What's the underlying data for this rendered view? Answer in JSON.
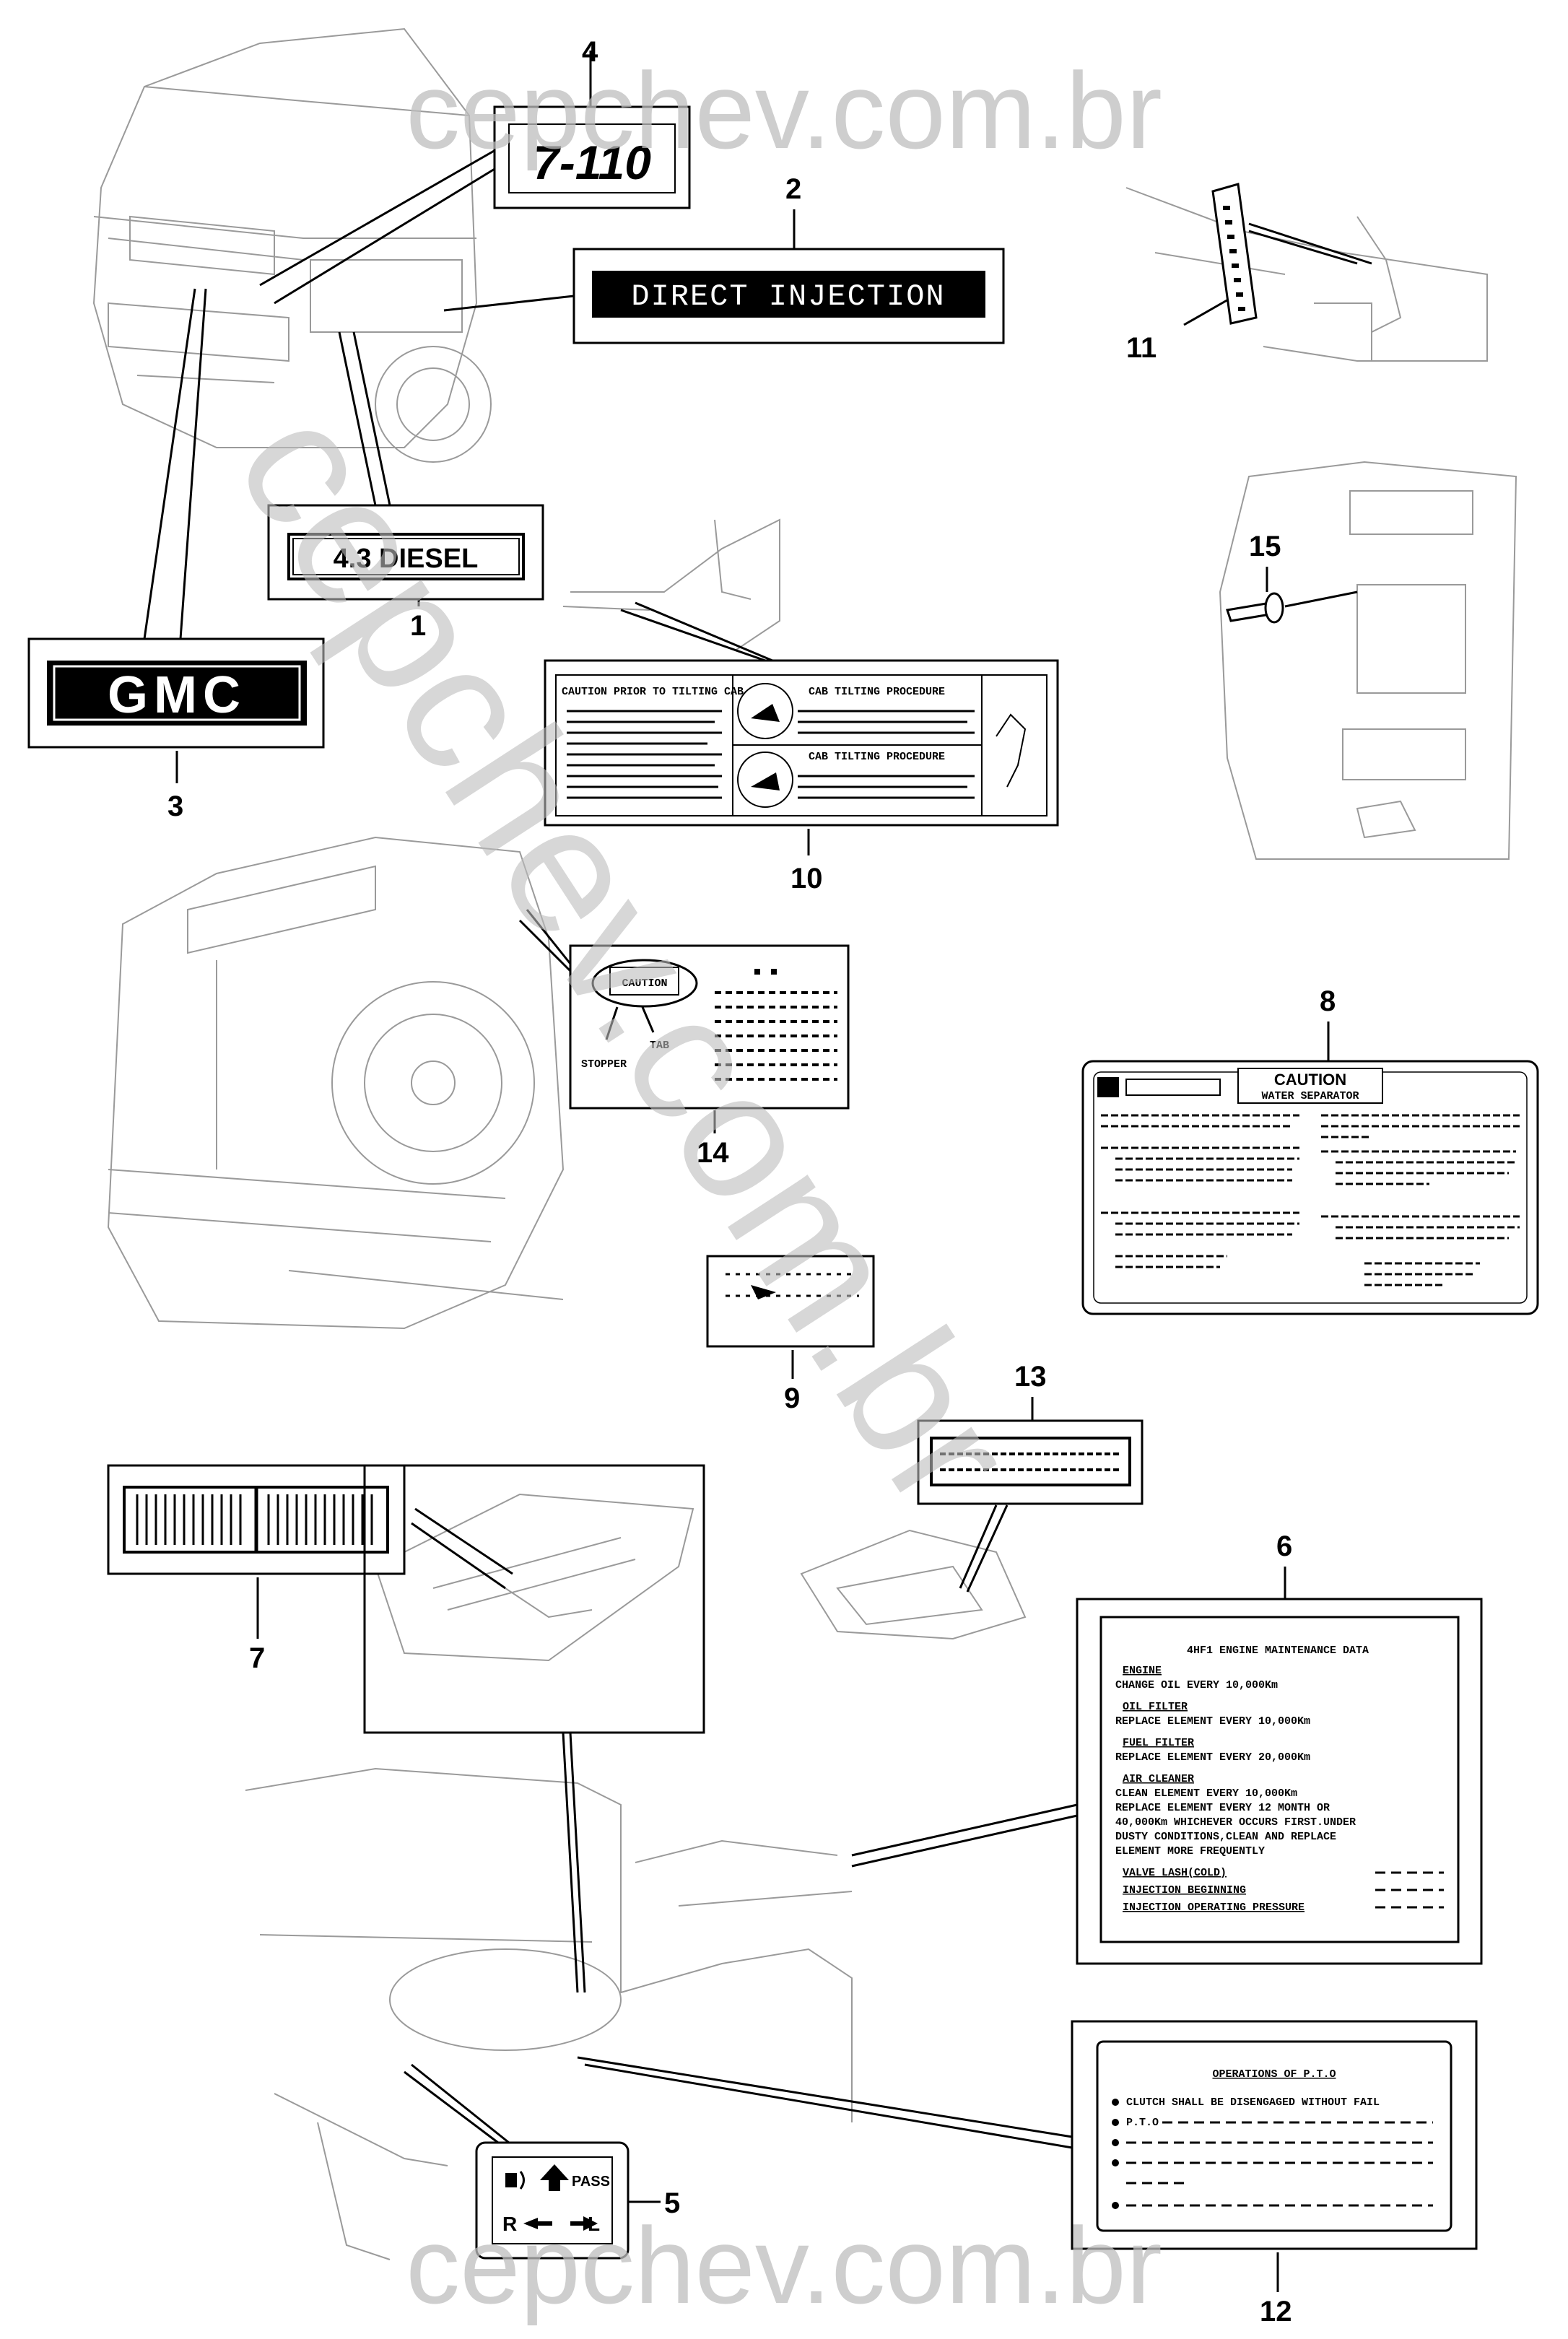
{
  "watermark": {
    "top": "cepchev.com.br",
    "bottom": "cepchev.com.br",
    "diagonal": "cepchev.com.br"
  },
  "callouts": [
    "1",
    "2",
    "3",
    "4",
    "5",
    "6",
    "7",
    "8",
    "9",
    "10",
    "11",
    "12",
    "13",
    "14",
    "15"
  ],
  "labels": {
    "l1": "4.3 DIESEL",
    "l2": "DIRECT INJECTION",
    "l3": "GMC",
    "l4": "7-110",
    "l5": {
      "pass": "PASS",
      "r": "R",
      "l": "L"
    },
    "l6": {
      "title": "4HF1 ENGINE MAINTENANCE DATA",
      "lines": [
        "ENGINE",
        "CHANGE OIL EVERY 10,000Km",
        "OIL FILTER",
        "REPLACE ELEMENT EVERY 10,000Km",
        "FUEL FILTER",
        "REPLACE ELEMENT EVERY 20,000Km",
        "AIR CLEANER",
        "CLEAN ELEMENT EVERY 10,000Km",
        "REPLACE ELEMENT EVERY 12 MONTH OR",
        "40,000Km WHICHEVER OCCURS FIRST.UNDER",
        "DUSTY CONDITIONS,CLEAN AND REPLACE",
        "ELEMENT MORE FREQUENTLY"
      ],
      "specs": [
        "VALVE LASH(COLD)",
        "INJECTION BEGINNING",
        "INJECTION OPERATING PRESSURE"
      ]
    },
    "l8": {
      "caution": "CAUTION",
      "sub": "WATER SEPARATOR"
    },
    "l10": {
      "header_left": "CAUTION PRIOR TO TILTING CAB",
      "header_right1": "CAB TILTING PROCEDURE",
      "header_right2": "CAB TILTING PROCEDURE"
    },
    "l12": {
      "title": "OPERATIONS OF P.T.O",
      "line1": "CLUTCH SHALL BE DISENGAGED WITHOUT FAIL",
      "line2": "P.T.O"
    },
    "l14": {
      "caution": "CAUTION",
      "stopper": "STOPPER",
      "tab": "TAB"
    }
  }
}
